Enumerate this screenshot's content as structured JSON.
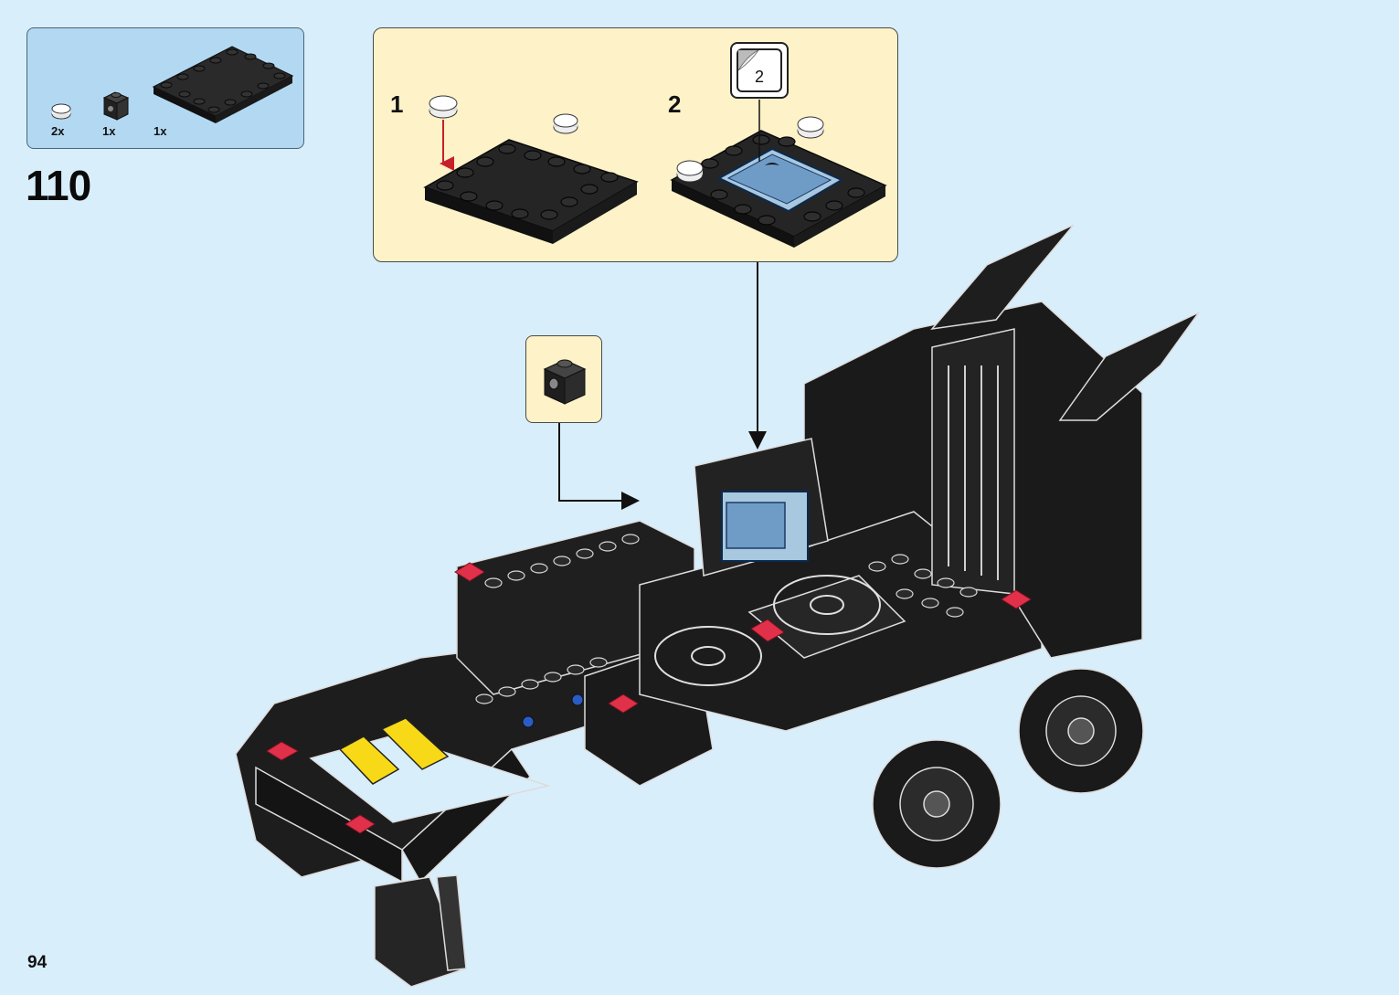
{
  "parts_list": {
    "items": [
      {
        "name": "round-tile",
        "qty": "2x"
      },
      {
        "name": "black-brick-1x1",
        "qty": "1x"
      },
      {
        "name": "black-plate-4x6",
        "qty": "1x"
      }
    ]
  },
  "step": {
    "number": "110"
  },
  "sub_steps": [
    {
      "number": "1"
    },
    {
      "number": "2"
    }
  ],
  "sticker": {
    "number": "2"
  },
  "page": {
    "number": "94"
  },
  "colors": {
    "background": "#d9eefb",
    "parts_box": "#b3d9f2",
    "callout_box": "#fdf2c8",
    "arrow_red": "#c8202a",
    "brick_black": "#1e1e1e",
    "accent_yellow": "#f7d917",
    "trans_red": "#e0304a"
  }
}
